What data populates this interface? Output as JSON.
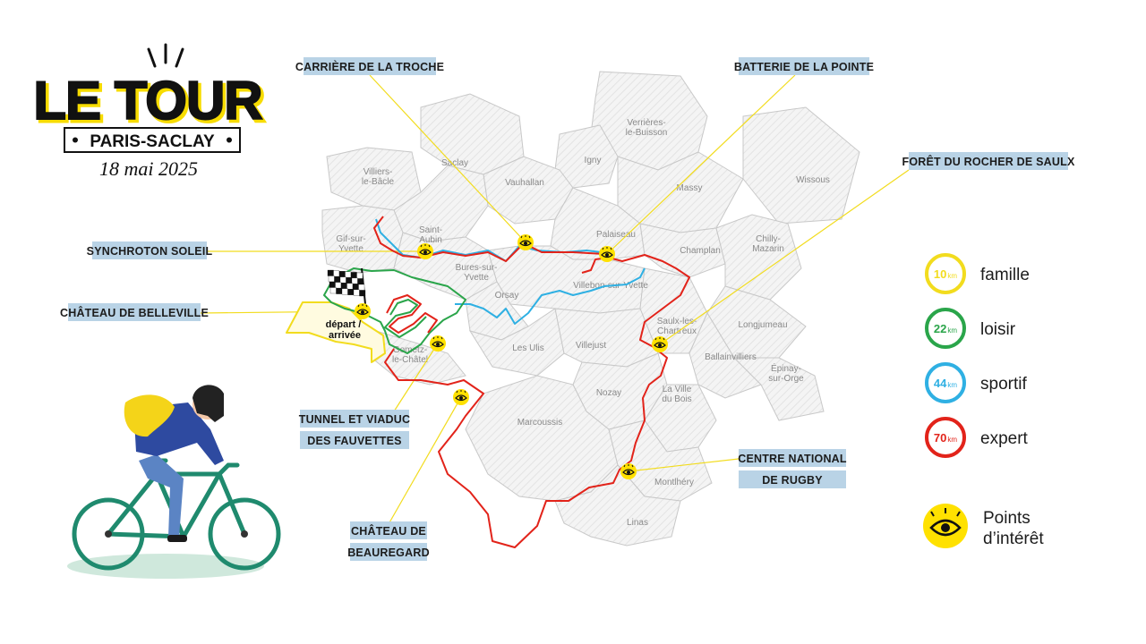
{
  "header": {
    "title": "LE TOUR",
    "subtitle": "PARIS-SACLAY",
    "date": "18 mai 2025"
  },
  "colors": {
    "famille": "#f2dc1e",
    "loisir": "#2aa54a",
    "sportif": "#2fb0e3",
    "expert": "#e2231a",
    "poi": "#ffe100",
    "label_bg": "#b9d3e6",
    "commune_fill": "#f2f2f2",
    "commune_stroke": "#c8c8c8"
  },
  "communes": [
    "Verrières-\nle-Buisson",
    "Saclay",
    "Igny",
    "Villiers-\nle-Bâcle",
    "Vauhallan",
    "Massy",
    "Wissous",
    "Saint-\nAubin",
    "Palaiseau",
    "Gif-sur-\nYvette",
    "Champlan",
    "Chilly-\nMazarin",
    "Bures-sur-\nYvette",
    "Villebon-sur-Yvette",
    "Orsay",
    "Saulx-les-\nChartreux",
    "Longjumeau",
    "Les Ulis",
    "Villejust",
    "Gometz-\nle-Châtel",
    "Ballainvilliers",
    "Épinay-\nsur-Orge",
    "Nozay",
    "La Ville\ndu Bois",
    "Marcoussis",
    "Montlhéry",
    "Linas"
  ],
  "points_of_interest": [
    "CARRIÈRE DE LA TROCHE",
    "BATTERIE DE LA POINTE",
    "FORÊT DU ROCHER DE SAULX",
    "SYNCHROTON SOLEIL",
    "CHÂTEAU DE BELLEVILLE",
    "TUNNEL ET VIADUC\nDES FAUVETTES",
    "CHÂTEAU DE\nBEAUREGARD",
    "CENTRE NATIONAL\nDE RUGBY"
  ],
  "start_finish_label": "départ /\narrivée",
  "legend": {
    "unit": "km",
    "routes": [
      {
        "distance": "10",
        "name": "famille",
        "color": "#f2dc1e"
      },
      {
        "distance": "22",
        "name": "loisir",
        "color": "#2aa54a"
      },
      {
        "distance": "44",
        "name": "sportif",
        "color": "#2fb0e3"
      },
      {
        "distance": "70",
        "name": "expert",
        "color": "#e2231a"
      }
    ],
    "poi_label": "Points\nd’intérêt"
  }
}
